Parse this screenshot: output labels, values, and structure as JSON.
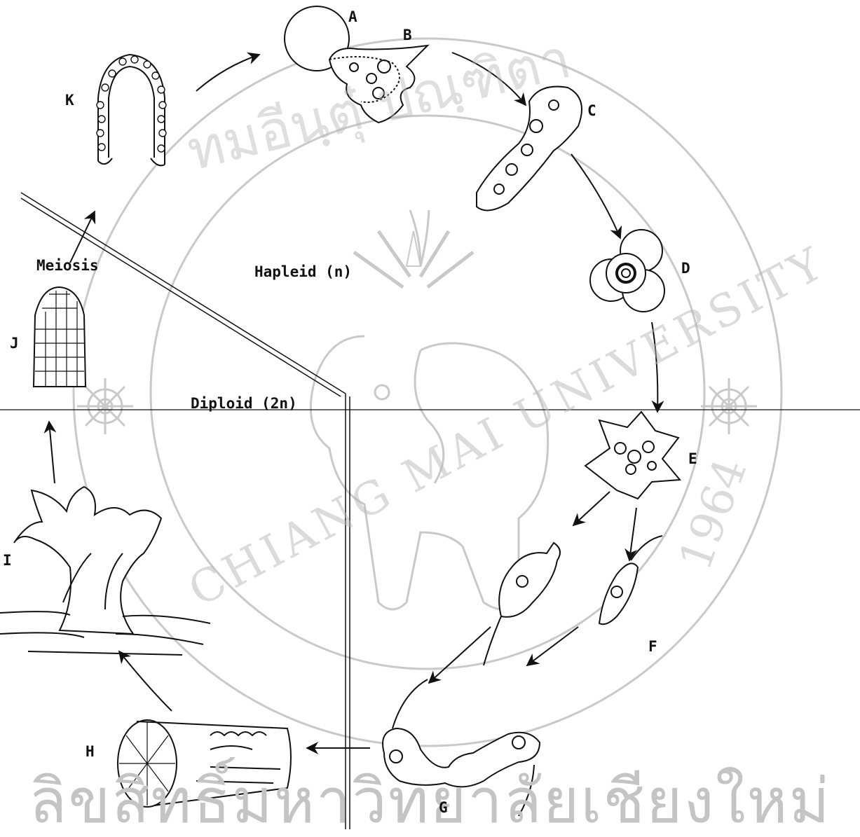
{
  "stage_labels": {
    "a": "A",
    "b": "B",
    "c": "C",
    "d": "D",
    "e": "E",
    "f": "F",
    "g": "G",
    "h": "H",
    "i": "I",
    "j": "J",
    "k": "K"
  },
  "process_labels": {
    "meiosis": "Meiosis"
  },
  "phase_labels": {
    "haploid": "Hapleid (n)",
    "diploid": "Diploid (2n)"
  },
  "watermark": {
    "university": "CHIANG MAI UNIVERSITY",
    "year": "1964",
    "thai_arc": "ทมอีนฺตุ๋ ปณฺฑิตา",
    "thai_bottom": "ลิขสิทธิ์มหาวิทยาลัยเชียงใหม่",
    "color": "#bdbdbd"
  },
  "colors": {
    "ink": "#111111"
  }
}
